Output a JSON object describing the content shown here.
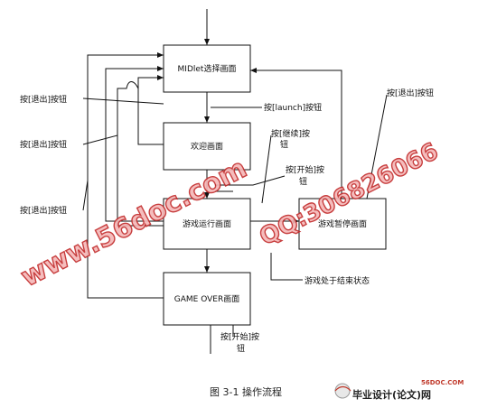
{
  "nodes": {
    "select": "MIDlet选择画面",
    "welcome": "欢迎画面",
    "running": "游戏运行画面",
    "paused": "游戏暂停画面",
    "gameover": "GAME OVER画面"
  },
  "labels": {
    "exit_left_1": "按[退出]按钮",
    "exit_left_2": "按[退出]按钮",
    "exit_left_3": "按[退出]按钮",
    "exit_right": "按[退出]按钮",
    "launch": "按[launch]按钮",
    "continue_l1": "按[继续]按",
    "continue_l2": "钮",
    "start_l1": "按[开始]按",
    "start_l2": "钮",
    "end_state": "游戏处于结束状态",
    "start_bottom_l1": "按[开始]按",
    "start_bottom_l2": "钮"
  },
  "watermarks": {
    "site": "www.56doc.com",
    "qq": "QQ:306826066"
  },
  "caption": "图  3-1 操作流程",
  "branding": {
    "domain": "56DOC.COM",
    "name": "毕业设计(论文)网"
  }
}
